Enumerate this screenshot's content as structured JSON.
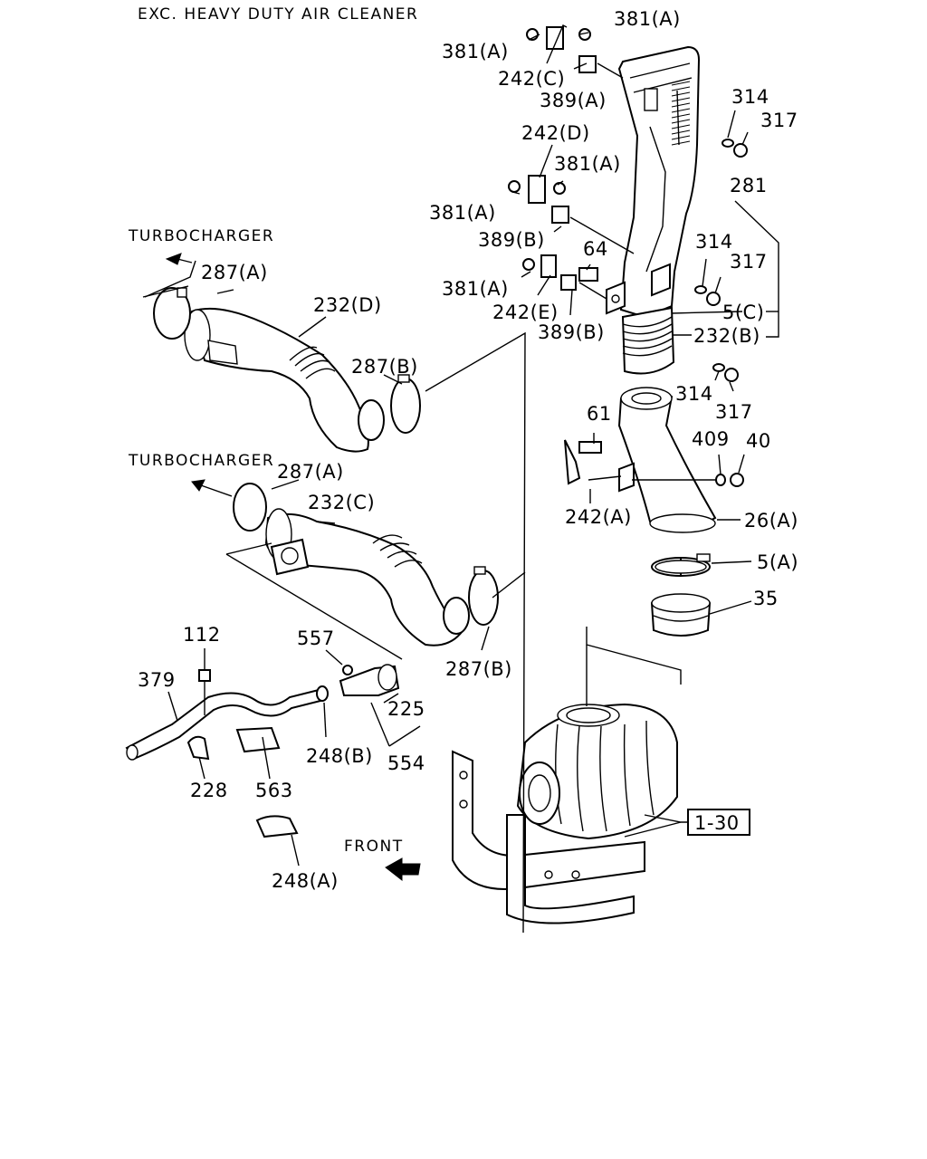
{
  "title": "EXC. HEAVY DUTY AIR CLEANER",
  "directions": {
    "turbo_upper": "TURBOCHARGER",
    "turbo_lower": "TURBOCHARGER",
    "front": "FRONT"
  },
  "reference_box": "1-30",
  "labels": {
    "l381a_top_right": "381(A)",
    "l381a_top_left": "381(A)",
    "l242c": "242(C)",
    "l389a": "389(A)",
    "l314_top": "314",
    "l317_top": "317",
    "l242d": "242(D)",
    "l381a_mid_right": "381(A)",
    "l381a_mid_left": "381(A)",
    "l281": "281",
    "l389b_upper": "389(B)",
    "l64": "64",
    "l314_mid": "314",
    "l317_mid": "317",
    "l381a_low": "381(A)",
    "l242e": "242(E)",
    "l5c": "5(C)",
    "l389b_lower": "389(B)",
    "l232b": "232(B)",
    "l287a_upper": "287(A)",
    "l232d": "232(D)",
    "l287b_upper": "287(B)",
    "l314_low": "314",
    "l317_low": "317",
    "l61": "61",
    "l409": "409",
    "l40": "40",
    "l287a_lower": "287(A)",
    "l232c": "232(C)",
    "l242a": "242(A)",
    "l26a": "26(A)",
    "l5a": "5(A)",
    "l35": "35",
    "l112": "112",
    "l557": "557",
    "l379": "379",
    "l225": "225",
    "l287b_lower": "287(B)",
    "l248b": "248(B)",
    "l554": "554",
    "l228": "228",
    "l563": "563",
    "l248a": "248(A)"
  }
}
